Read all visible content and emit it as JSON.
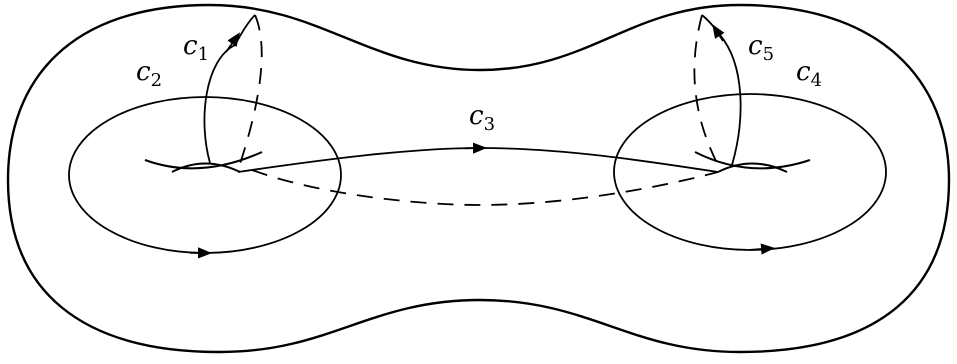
{
  "diagram": {
    "stroke_color": "#000000",
    "background_color": "#ffffff",
    "curves": [
      {
        "id": "c1",
        "base": "c",
        "sub": "1"
      },
      {
        "id": "c2",
        "base": "c",
        "sub": "2"
      },
      {
        "id": "c3",
        "base": "c",
        "sub": "3"
      },
      {
        "id": "c4",
        "base": "c",
        "sub": "4"
      },
      {
        "id": "c5",
        "base": "c",
        "sub": "5"
      }
    ]
  }
}
